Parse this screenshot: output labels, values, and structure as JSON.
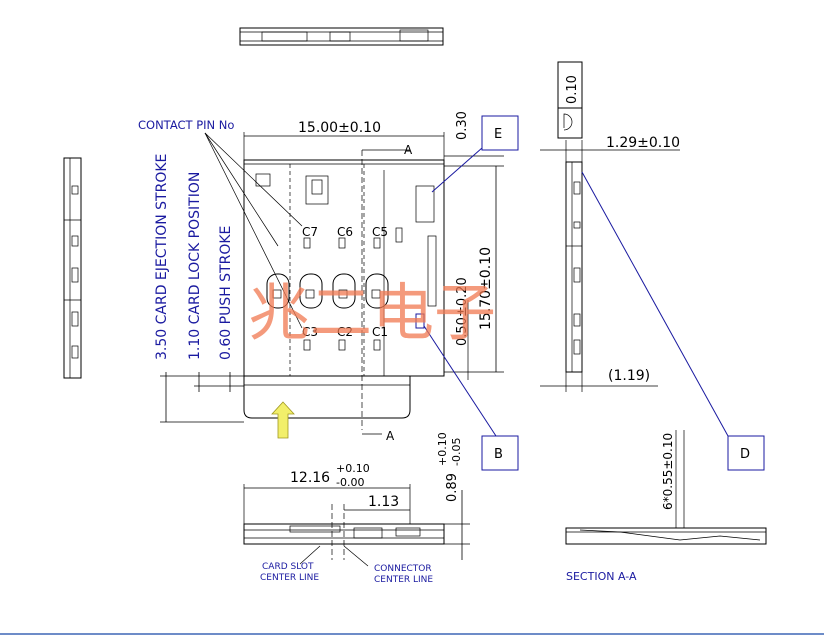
{
  "labels": {
    "contact_pin": "CONTACT PIN No",
    "pins_top": [
      "C7",
      "C6",
      "C5"
    ],
    "pins_bottom": [
      "C3",
      "C2",
      "C1"
    ],
    "section_marker": "A",
    "section_view": "SECTION A-A",
    "card_slot": [
      "CARD SLOT",
      "CENTER LINE"
    ],
    "connector": [
      "CONNECTOR",
      "CENTER LINE"
    ],
    "callouts": [
      "E",
      "B",
      "D"
    ],
    "strokes": [
      "3.50 CARD EJECTION STROKE",
      "1.10 CARD LOCK POSITION",
      "0.60 PUSH STROKE"
    ]
  },
  "dims": {
    "width": "15.00±0.10",
    "top_gap": "0.30",
    "height": "15.70±0.10",
    "inner": "0.50±0.20",
    "thickness": "1.29±0.10",
    "flatness_value": "0.10",
    "ref_width": "(1.19)",
    "slot_width_main": "12.16",
    "slot_width_upper": "+0.10",
    "slot_width_lower": "-0.00",
    "offset": "1.13",
    "height_main": "0.89",
    "height_upper": "+0.10",
    "height_lower": "-0.05",
    "section_dim": "6*0.55±0.10"
  },
  "watermark": "兆二电子",
  "colors": {
    "callout": "#1a1aa0",
    "arrow": "#f2ef6a",
    "watermark": "#f07850"
  }
}
